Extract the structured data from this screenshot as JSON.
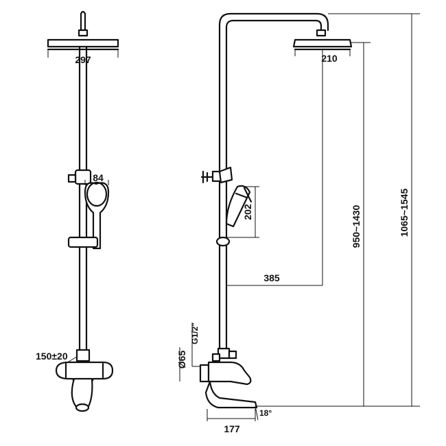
{
  "front_view": {
    "dims": {
      "head_width": "297",
      "handshower_width": "84",
      "inlet_spacing": "150±20"
    }
  },
  "side_view": {
    "dims": {
      "head_width": "210",
      "handshower_length": "202",
      "arm_reach": "385",
      "head_height_range": "950~1430",
      "total_height_range": "1065~1545",
      "thread": "G1/2\"",
      "escutcheon_dia": "Ø65",
      "spout_reach": "177",
      "spout_angle": "18°"
    }
  }
}
